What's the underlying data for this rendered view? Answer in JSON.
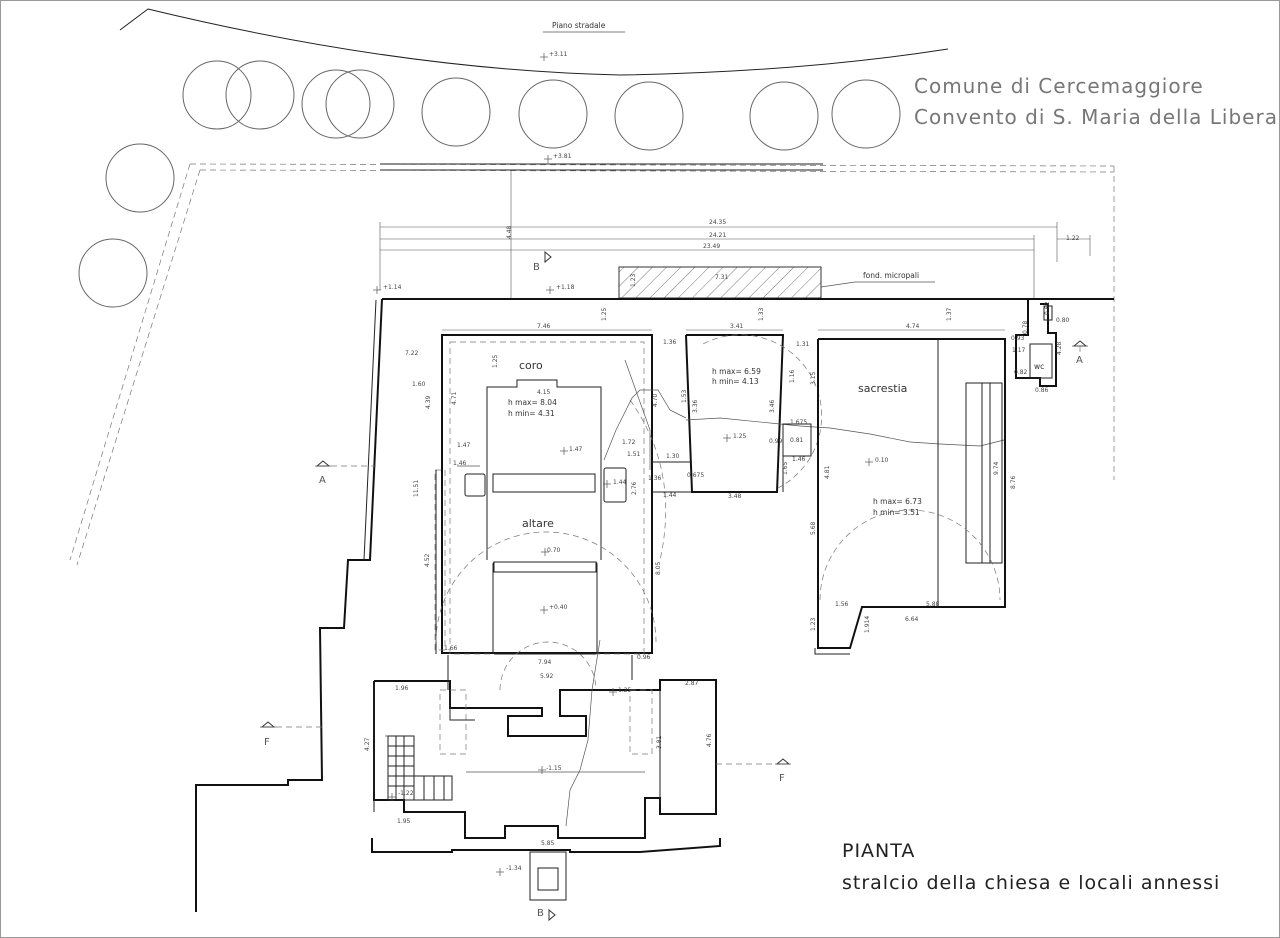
{
  "title": {
    "line1": "Comune di Cercemaggiore",
    "line2": "Convento di S. Maria della Libera"
  },
  "caption": {
    "heading": "PIANTA",
    "subtitle": "stralcio della chiesa e locali annessi"
  },
  "labels": {
    "street": "Piano stradale",
    "micropali": "fond. micropali",
    "coro": "coro",
    "altare": "altare",
    "sacrestia": "sacrestia",
    "wc": "wc"
  },
  "heights": {
    "coro": {
      "max": "h max= 8.04",
      "min": "h min= 4.31"
    },
    "middle": {
      "max": "h max= 6.59",
      "min": "h min= 4.13"
    },
    "sacrestia": {
      "max": "h max= 6.73",
      "min": "h min= 3.51"
    }
  },
  "elevations": {
    "street": "+3.11",
    "wall": "+3.81",
    "left": "+1.14",
    "b_top": "+1.18",
    "coro": "1.47",
    "side": "1.44",
    "middle": "1.25",
    "sacrestia": "0.10",
    "altare": "0.70",
    "nave": "+0.40",
    "step": "1.25",
    "entrance": "-1.15",
    "stairs": "-1.22",
    "bottom": "-1.34"
  },
  "sections": {
    "a": "A",
    "b": "B",
    "f": "F"
  },
  "dimensions": {
    "overall_1": "24.35",
    "overall_2": "24.21",
    "overall_3": "23.49",
    "right_offset": "1.22",
    "vertical_top": "4.48",
    "micropali_len": "7.31",
    "micropali_w": "1.23",
    "coro_width": "7.46",
    "middle_width": "3.41",
    "sacrestia_width": "4.74",
    "wall_a": "1.25",
    "wall_b": "1.33",
    "wall_c": "1.37",
    "left_depth": "7.22",
    "side_a": "1.60",
    "side_b": "4.39",
    "side_c": "11.51",
    "side_d": "4.52",
    "coro_inner": "4.15",
    "coro_h": "4.71",
    "coro_small": "1.47",
    "coro_small_b": "1.46",
    "nave_h": "8.05",
    "nave_w": "7.94",
    "nave_inner": "5.92",
    "bottom_left": "1.66",
    "bottom_right": "0.96",
    "right_a": "1.36",
    "right_b": "1.51",
    "right_c": "1.72",
    "right_d": "1.30",
    "right_e": "1.44",
    "right_f": "2.76",
    "right_g": "4.70",
    "right_h": "1.36",
    "mid_a": "0.675",
    "mid_b": "3.48",
    "mid_c": "1.675",
    "mid_d": "1.16",
    "mid_e": "0.81",
    "mid_f": "0.99",
    "mid_g": "1.46",
    "mid_h": "1.65",
    "mid_i": "3.46",
    "mid_j": "1.53",
    "mid_k": "1.31",
    "mid_l": "3.36",
    "sac_a": "3.15",
    "sac_b": "4.81",
    "sac_c": "5.68",
    "sac_d": "1.23",
    "sac_e": "1.56",
    "sac_f": "5.88",
    "sac_g": "6.64",
    "sac_h": "8.76",
    "sac_i": "9.74",
    "sac_j": "1.914",
    "wc_a": "0.93",
    "wc_b": "1.17",
    "wc_c": "0.80",
    "wc_d": "0.78",
    "wc_e": "0.86",
    "wc_f": "0.62",
    "wc_g": "4.28",
    "wc_h": "0.82",
    "ent_a": "1.96",
    "ent_b": "2.87",
    "ent_c": "1.95",
    "ent_d": "5.85",
    "ent_e": "3.81",
    "ent_f": "4.76",
    "ent_g": "4.27"
  },
  "colors": {
    "line": "#222222",
    "title_gray": "#777777",
    "background": "#ffffff"
  }
}
